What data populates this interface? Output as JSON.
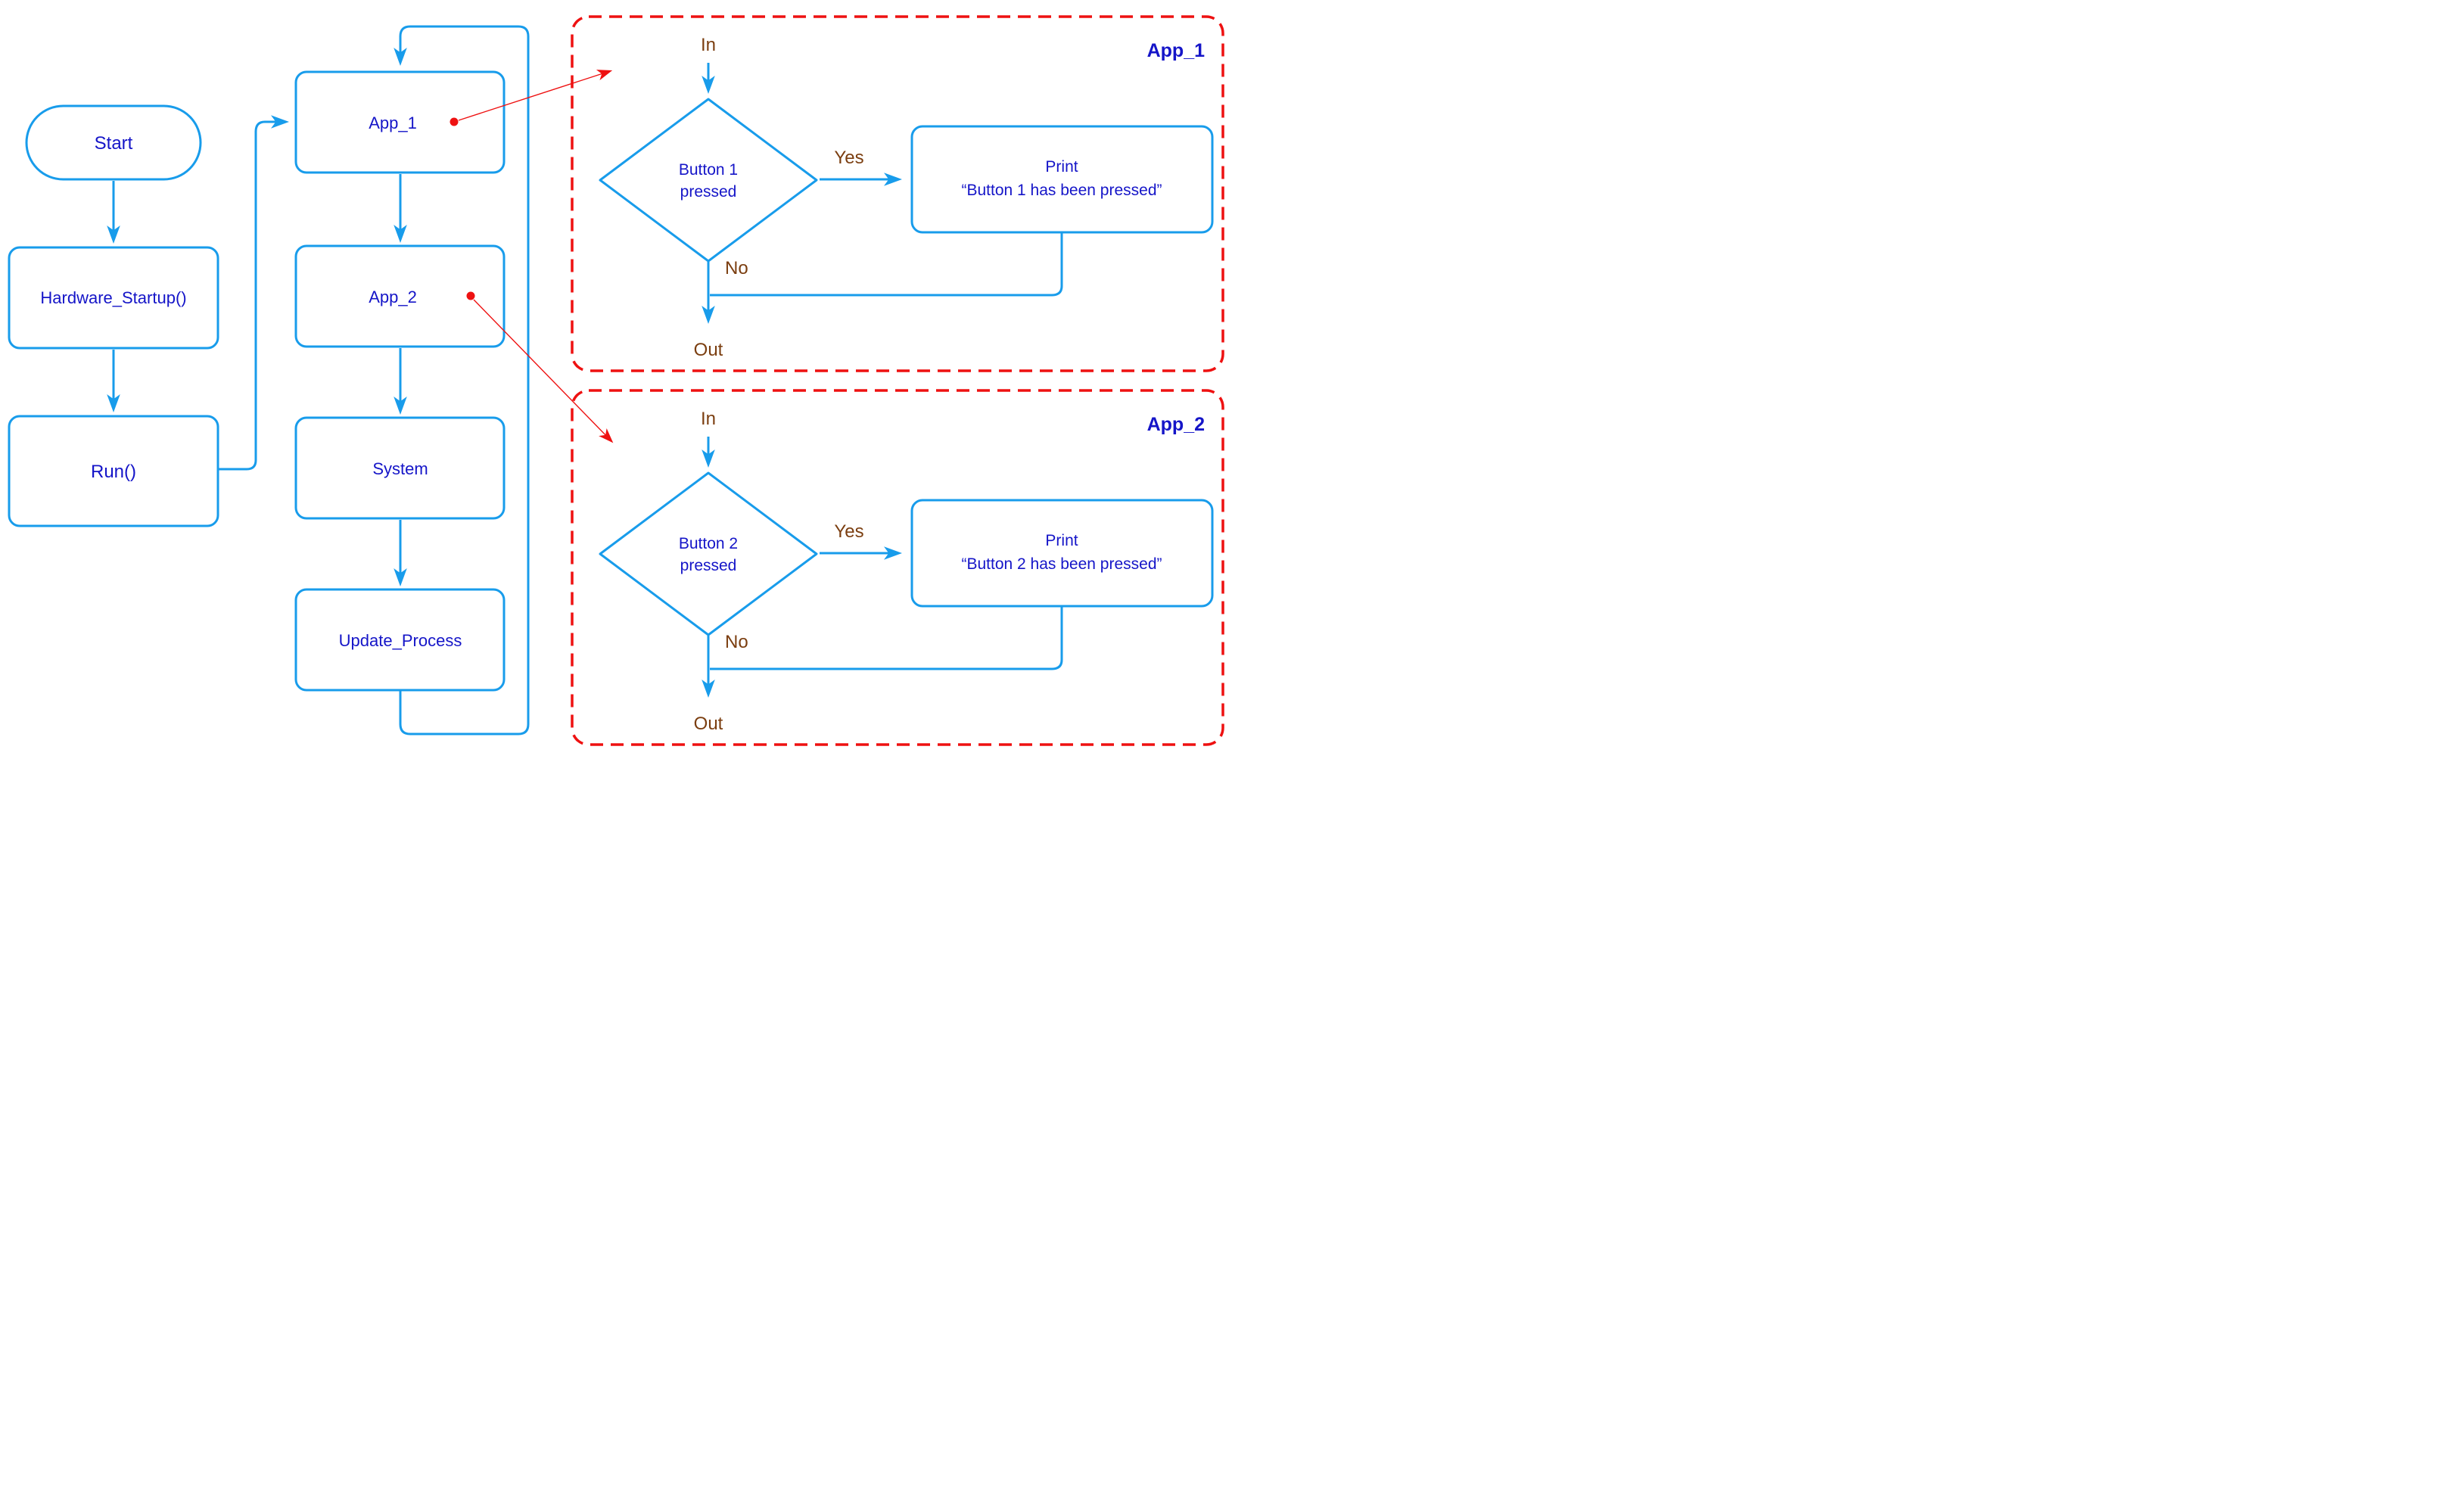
{
  "colors": {
    "line_blue": "#189CEB",
    "text_blue": "#1515C8",
    "label_brown": "#7B3E10",
    "annotation_red": "#EE1111",
    "background": "#FFFFFF"
  },
  "left_flow": {
    "start": "Start",
    "hardware_startup": "Hardware_Startup()",
    "run": "Run()"
  },
  "scheduler": {
    "app1": "App_1",
    "app2": "App_2",
    "system": "System",
    "update_process": "Update_Process"
  },
  "panels": [
    {
      "title": "App_1",
      "in_label": "In",
      "decision_line1": "Button 1",
      "decision_line2": "pressed",
      "yes_label": "Yes",
      "no_label": "No",
      "print_line1": "Print",
      "print_line2": "“Button 1 has been pressed”",
      "out_label": "Out"
    },
    {
      "title": "App_2",
      "in_label": "In",
      "decision_line1": "Button 2",
      "decision_line2": "pressed",
      "yes_label": "Yes",
      "no_label": "No",
      "print_line1": "Print",
      "print_line2": "“Button 2 has been pressed”",
      "out_label": "Out"
    }
  ]
}
